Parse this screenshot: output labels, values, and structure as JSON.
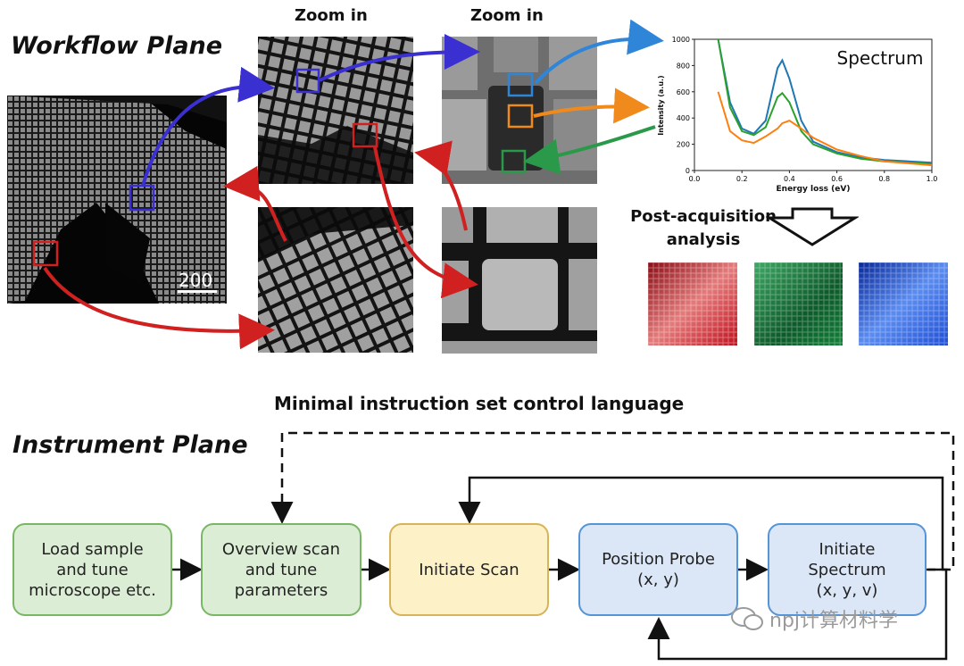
{
  "workflow_plane": {
    "title": "Workflow Plane",
    "zoom_labels": [
      "Zoom in",
      "Zoom in"
    ],
    "scale_bar_label": "200",
    "post_acquisition_label": [
      "Post-acquisition",
      "analysis"
    ],
    "map_colors": [
      "#c1121f",
      "#14803a",
      "#1f4fd6"
    ]
  },
  "spectrum": {
    "title": "Spectrum",
    "xlabel": "Energy loss (eV)",
    "ylabel": "Intensity (a.u.)",
    "xticks": [
      "0.0",
      "0.2",
      "0.4",
      "0.6",
      "0.8",
      "1.0"
    ],
    "yticks": [
      "0",
      "200",
      "400",
      "600",
      "800",
      "1000"
    ]
  },
  "chart_data": {
    "type": "line",
    "title": "Spectrum",
    "xlabel": "Energy loss (eV)",
    "ylabel": "Intensity (a.u.)",
    "xlim": [
      0.0,
      1.0
    ],
    "ylim": [
      0,
      1000
    ],
    "x": [
      0.1,
      0.15,
      0.2,
      0.25,
      0.3,
      0.35,
      0.37,
      0.4,
      0.45,
      0.5,
      0.6,
      0.7,
      0.8,
      1.0
    ],
    "series": [
      {
        "color": "#1f77b4",
        "values": [
          1000,
          520,
          320,
          280,
          380,
          780,
          840,
          700,
          380,
          220,
          140,
          100,
          80,
          60
        ]
      },
      {
        "color": "#2ca02c",
        "values": [
          1000,
          480,
          300,
          270,
          330,
          560,
          590,
          520,
          300,
          200,
          130,
          90,
          70,
          50
        ]
      },
      {
        "color": "#ff7f0e",
        "values": [
          600,
          300,
          230,
          210,
          260,
          320,
          360,
          380,
          320,
          250,
          160,
          110,
          70,
          40
        ]
      }
    ]
  },
  "instrument_plane": {
    "title": "Instrument Plane",
    "control_language_label": "Minimal instruction set control language",
    "steps": [
      {
        "lines": [
          "Load sample",
          "and tune",
          "microscope etc."
        ]
      },
      {
        "lines": [
          "Overview scan",
          "and tune",
          "parameters"
        ]
      },
      {
        "lines": [
          "Initiate Scan"
        ]
      },
      {
        "lines": [
          "Position Probe",
          "(x, y)"
        ]
      },
      {
        "lines": [
          "Initiate",
          "Spectrum",
          "(x, y, v)"
        ]
      }
    ]
  },
  "watermark": "npj计算材料学"
}
